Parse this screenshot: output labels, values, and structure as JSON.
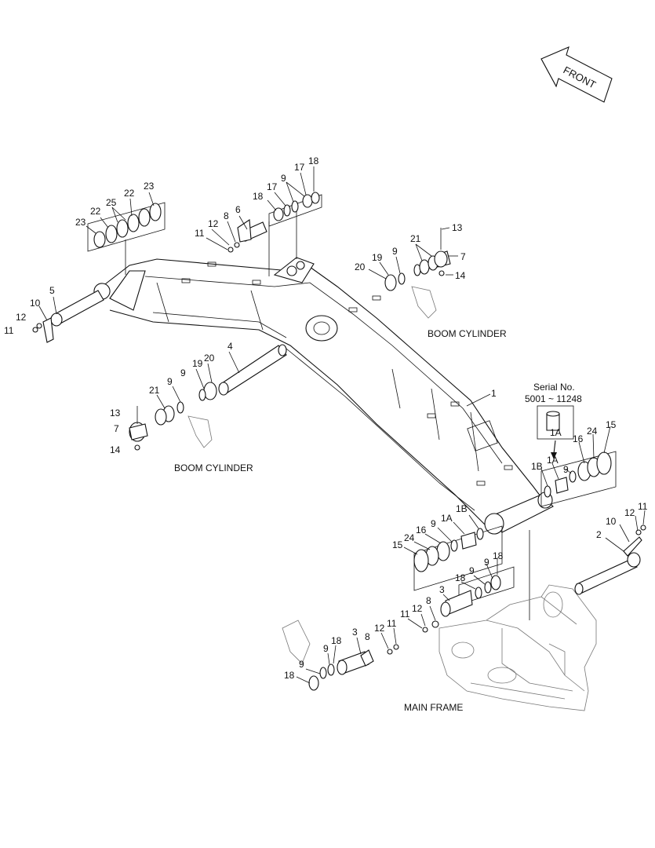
{
  "labels": {
    "front": "FRONT",
    "boom_cylinder_right": "BOOM CYLINDER",
    "boom_cylinder_left": "BOOM CYLINDER",
    "main_frame": "MAIN FRAME",
    "serial_title": "Serial No.",
    "serial_range": "5001 ~ 11248",
    "serial_part": "1A"
  },
  "callouts": {
    "p1": "1",
    "p1a_r": "1A",
    "p1b_r": "1B",
    "p9_r": "9",
    "p16_r": "16",
    "p24_r": "24",
    "p15_r": "15",
    "p1b_l": "1B",
    "p1a_l": "1A",
    "p9_l": "9",
    "p16_l": "16",
    "p24_l": "24",
    "p15_l": "15",
    "p2": "2",
    "p10_r": "10",
    "p12_r": "12",
    "p11_r": "11",
    "p3_a": "3",
    "p18_a": "18",
    "p9_a": "9",
    "p9_b": "9",
    "p18_b": "18",
    "p8_a": "8",
    "p12_a": "12",
    "p11_a": "11",
    "p3_b": "3",
    "p12_b": "12",
    "p11_b": "11",
    "p8_b": "8",
    "p9_c": "9",
    "p18_c": "18",
    "p9_d": "9",
    "p18_d": "18",
    "p4": "4",
    "p20_l": "20",
    "p19_l": "19",
    "p9_e": "9",
    "p21_l": "21",
    "p9_f": "9",
    "p13_l": "13",
    "p7_l": "7",
    "p14_l": "14",
    "p5": "5",
    "p10_l": "10",
    "p12_l": "12",
    "p11_l": "11",
    "p23_a": "23",
    "p22_a": "22",
    "p25": "25",
    "p22_b": "22",
    "p23_b": "23",
    "p6": "6",
    "p8_c": "8",
    "p12_c": "12",
    "p11_c": "11",
    "p18_e": "18",
    "p17_a": "17",
    "p9_g": "9",
    "p17_b": "17",
    "p18_f": "18",
    "p20_r": "20",
    "p19_r": "19",
    "p9_h": "9",
    "p21_r": "21",
    "p13_r": "13",
    "p7_r": "7",
    "p14_r": "14"
  }
}
